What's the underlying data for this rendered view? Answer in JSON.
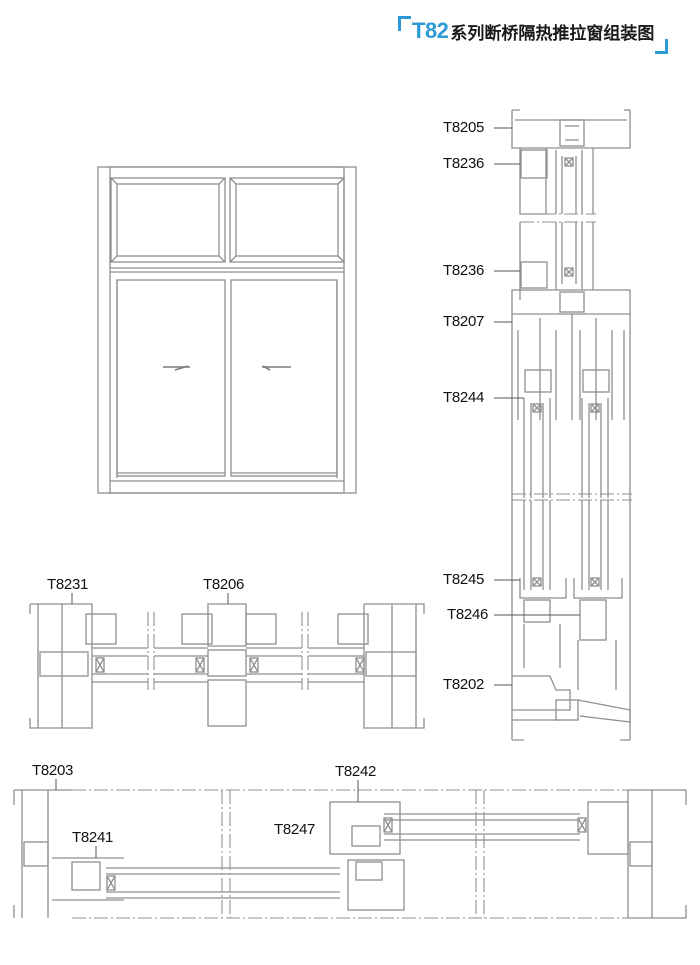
{
  "header": {
    "series_code": "T82",
    "title": "系列断桥隔热推拉窗组装图",
    "accent_color": "#2b9ad6"
  },
  "elevation_view": {
    "description": "window-elevation"
  },
  "vertical_section": {
    "labels": [
      {
        "code": "T8205"
      },
      {
        "code": "T8236"
      },
      {
        "code": "T8236"
      },
      {
        "code": "T8207"
      },
      {
        "code": "T8244"
      },
      {
        "code": "T8245"
      },
      {
        "code": "T8246"
      },
      {
        "code": "T8202"
      }
    ]
  },
  "horizontal_section_top": {
    "labels": [
      {
        "code": "T8231"
      },
      {
        "code": "T8206"
      }
    ]
  },
  "horizontal_section_bottom": {
    "labels": [
      {
        "code": "T8203"
      },
      {
        "code": "T8241"
      },
      {
        "code": "T8242"
      },
      {
        "code": "T8247"
      }
    ]
  }
}
